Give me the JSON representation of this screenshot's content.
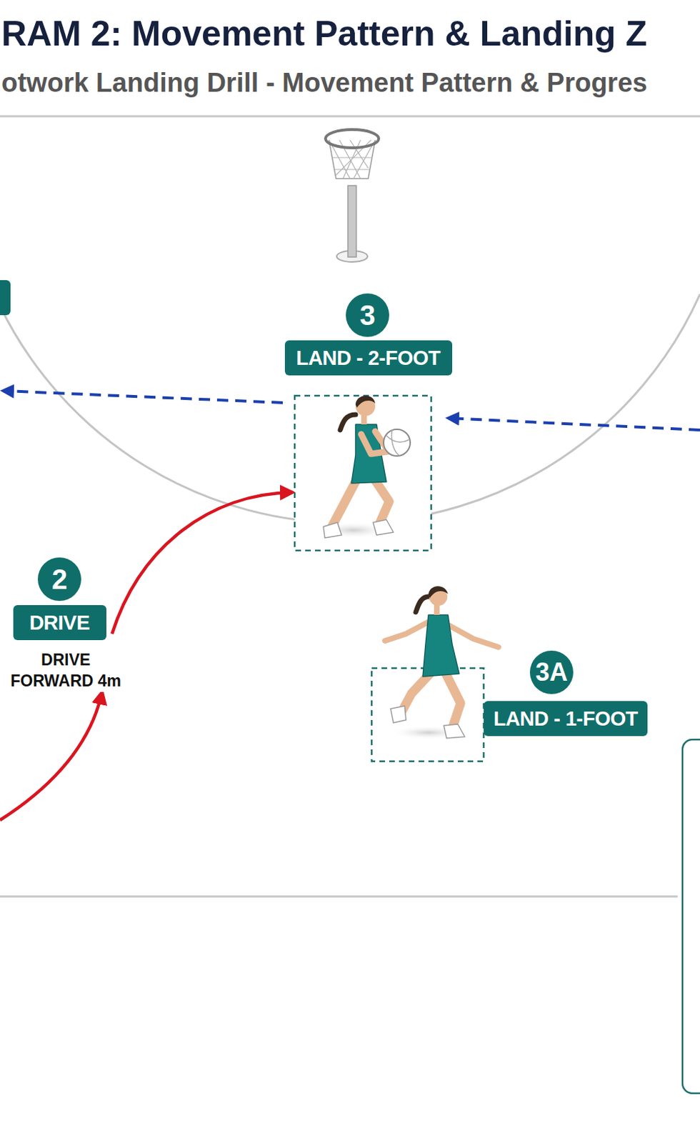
{
  "diagram": {
    "title": "RAM 2: Movement Pattern & Landing Z",
    "nodes": [
      {
        "text": [
          "3"
        ]
      },
      {
        "text": [
          "LAND - 2-FOOT"
        ]
      },
      {
        "text": [
          "2"
        ]
      },
      {
        "text": [
          "DRIVE"
        ]
      },
      {
        "text": [
          "3A"
        ]
      },
      {
        "text": [
          "LAND - 1-FOOT"
        ]
      }
    ],
    "labels": [
      "otwork Landing Drill - Movement Pattern & Progres",
      "DRIVE FORWARD 4m"
    ]
  }
}
